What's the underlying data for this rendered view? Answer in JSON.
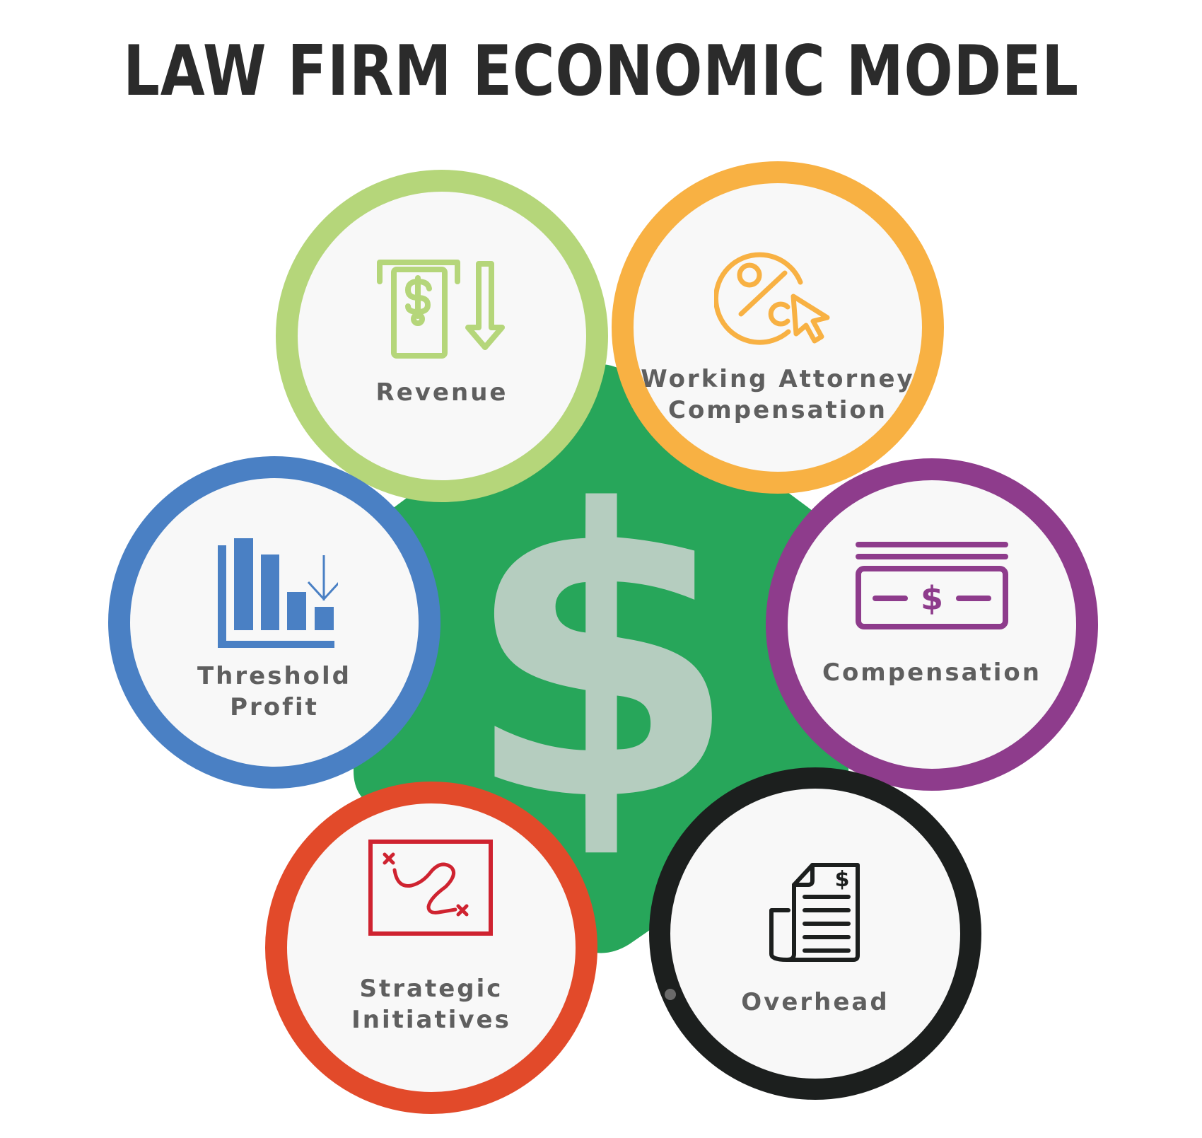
{
  "title": "LAW FIRM ECONOMIC MODEL",
  "center": {
    "symbol": "$",
    "background_color": "#27a65a",
    "symbol_color": "#b5cdbf"
  },
  "nodes": [
    {
      "id": "revenue",
      "label_lines": [
        "Revenue"
      ],
      "icon": "atm-cash-withdraw-icon",
      "color": "#b5d67a"
    },
    {
      "id": "working-attorney-compensation",
      "label_lines": [
        "Working Attorney",
        "Compensation"
      ],
      "icon": "percent-click-icon",
      "color": "#f8b143"
    },
    {
      "id": "threshold-profit",
      "label_lines": [
        "Threshold",
        "Profit"
      ],
      "icon": "declining-bar-chart-icon",
      "color": "#4a80c4"
    },
    {
      "id": "compensation",
      "label_lines": [
        "Compensation"
      ],
      "icon": "paycheck-icon",
      "color": "#8e3c8c"
    },
    {
      "id": "strategic-initiatives",
      "label_lines": [
        "Strategic",
        "Initiatives"
      ],
      "icon": "treasure-map-route-icon",
      "color": "#cf2330"
    },
    {
      "id": "overhead",
      "label_lines": [
        "Overhead"
      ],
      "icon": "invoice-document-icon",
      "color": "#1c1f1e"
    }
  ],
  "ring_colors": {
    "revenue": "#b5d67a",
    "working_attorney": "#f8b143",
    "threshold_profit": "#4a80c4",
    "compensation": "#8e3c8c",
    "strategic_initiatives": "#e24a2a",
    "overhead": "#1c1f1e"
  },
  "text_color": "#5f5f5f"
}
